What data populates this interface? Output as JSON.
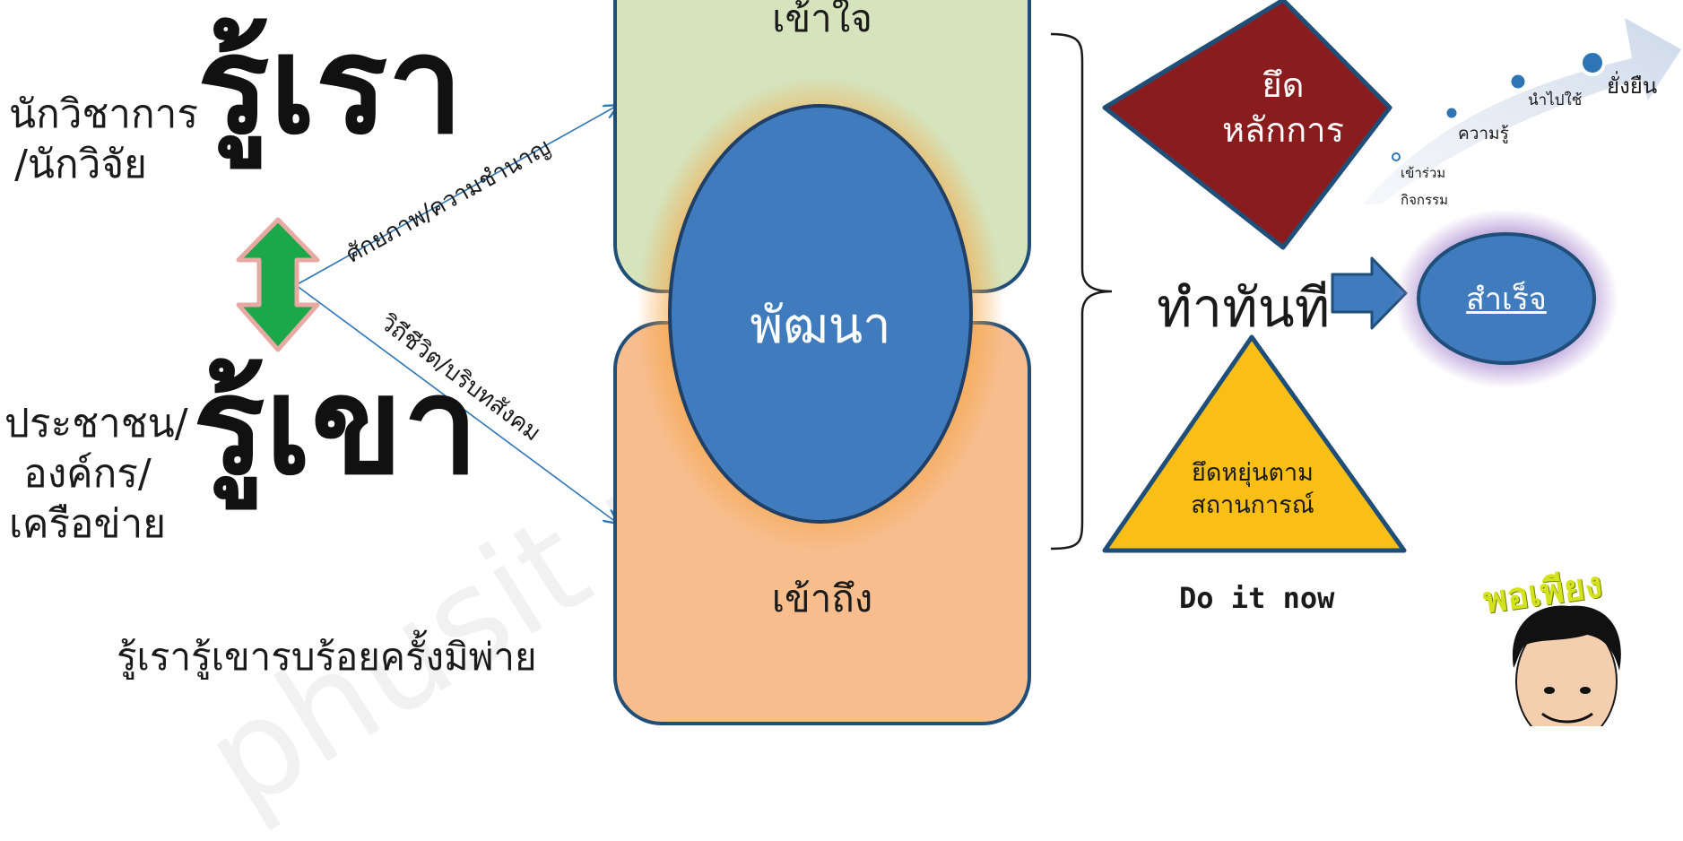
{
  "left": {
    "top_role": [
      "นักวิชาการ",
      "/นักวิจัย"
    ],
    "top_heading": "รู้เรา",
    "bottom_role": [
      "ประชาชน/",
      "องค์กร/",
      "เครือข่าย"
    ],
    "bottom_heading": "รู้เขา",
    "footer": "รู้เรารู้เขารบร้อยครั้งมิพ่าย",
    "arrow_up_label": "ศักยภาพ/ความชำนาญ",
    "arrow_down_label": "วิถีชีวิต/บริบทสังคม"
  },
  "center": {
    "top_box": "เข้าใจ",
    "bottom_box": "เข้าถึง",
    "ellipse": "พัฒนา"
  },
  "right": {
    "diamond": [
      "ยึด",
      "หลักการ"
    ],
    "triangle": [
      "ยึดหยุ่นตาม",
      "สถานการณ์"
    ],
    "action": "ทำทันที",
    "action_en": "Do it now",
    "success": "สำเร็จ",
    "steps": [
      "เข้าร่วม",
      "กิจกรรม",
      "ความรู้",
      "นำไปใช้",
      "ยั่งยืน"
    ],
    "badge": "พอเพียง"
  },
  "watermark": "phusit pho",
  "colors": {
    "top_box": "#d5e4bd",
    "bottom_box": "#f7bd8d",
    "ellipse": "#3f7bbd",
    "diamond": "#8b1c1e",
    "triangle": "#f9bf16",
    "arrow_green": "#1aa84a",
    "outline": "#1f4e79",
    "success_glow": "#b59ad6"
  }
}
